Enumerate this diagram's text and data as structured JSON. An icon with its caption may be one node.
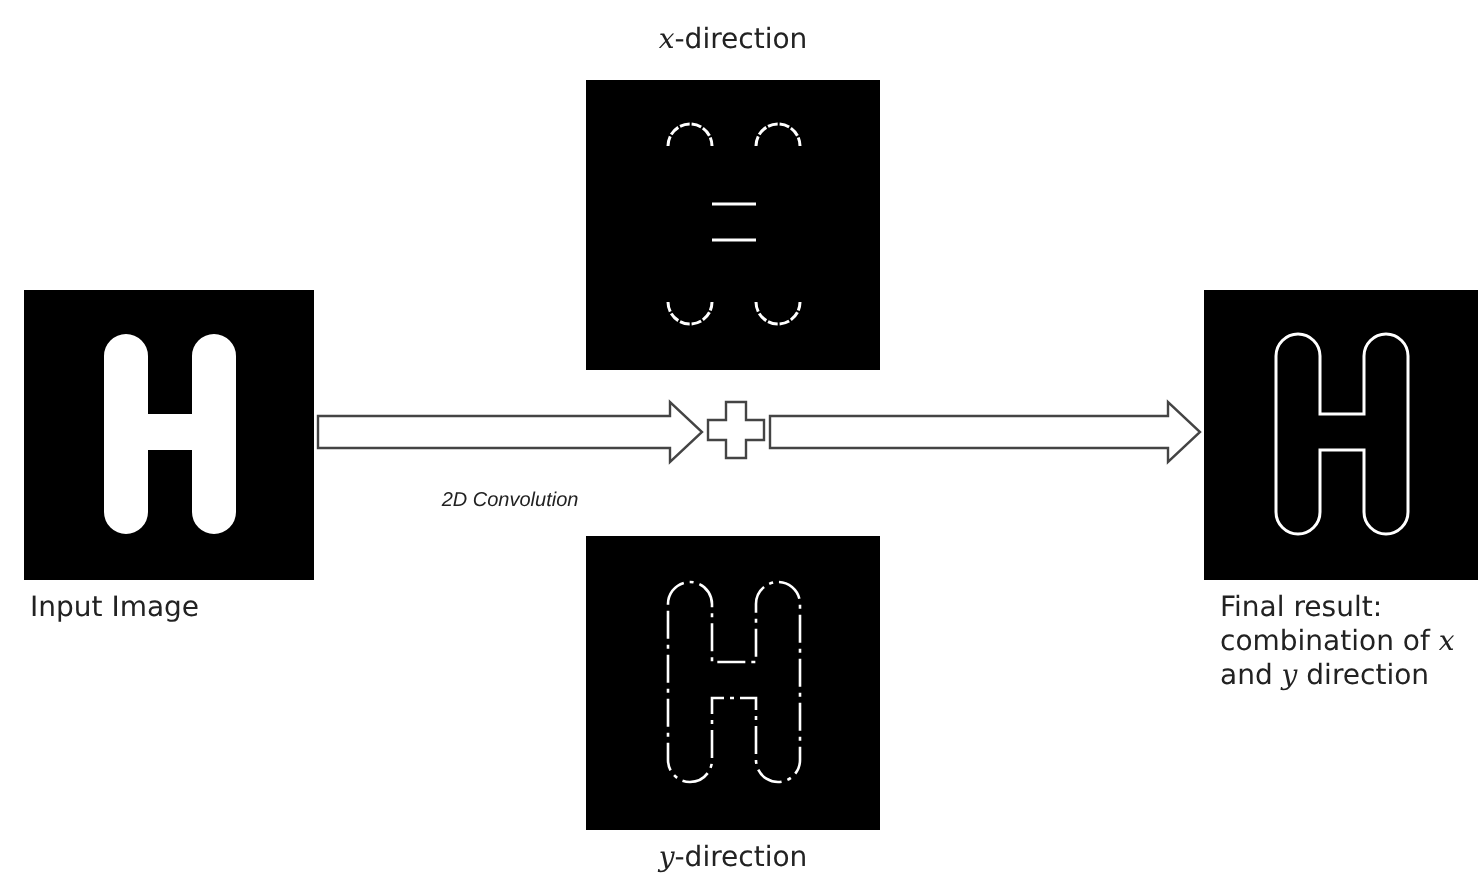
{
  "diagram": {
    "nodes": [
      {
        "text": [],
        "shape": "picture",
        "beside": [
          "Input Image"
        ]
      },
      {
        "text": [],
        "shape": "picture",
        "beside": [
          "*x*-direction"
        ]
      },
      {
        "text": [],
        "shape": "cross"
      },
      {
        "text": [],
        "shape": "picture",
        "beside": [
          "*y*-direction"
        ]
      },
      {
        "text": [],
        "shape": "picture",
        "beside": [
          "Final result: combination of *x* and *y* direction"
        ]
      }
    ],
    "edges": [
      {
        "from": 0,
        "to": 2,
        "arrow": "to",
        "label": "2D Convolution"
      },
      {
        "from": 2,
        "to": 4,
        "arrow": "to"
      }
    ]
  }
}
